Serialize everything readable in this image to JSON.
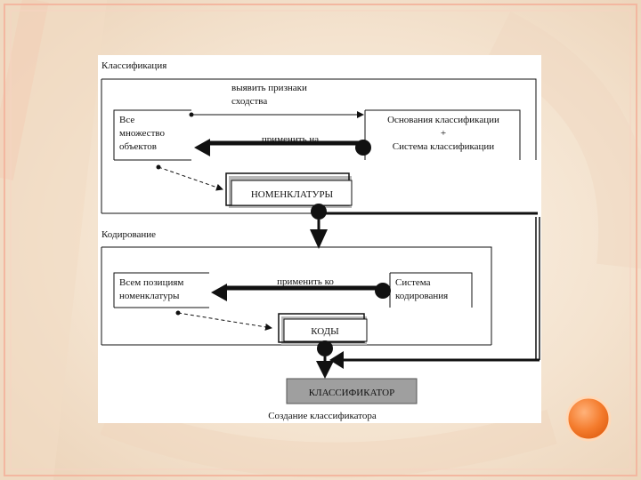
{
  "slide": {
    "caption": "Создание классификатора"
  },
  "classification": {
    "section_label": "Классификация",
    "objects_box": [
      "Все",
      "множество",
      "объектов"
    ],
    "basis_box": [
      "Основания классификации",
      "+",
      "Система классификации"
    ],
    "arrow_top_label": [
      "выявить признаки",
      "сходства"
    ],
    "arrow_bottom_label": "применить на",
    "nomenclature_label": "НОМЕНКЛАТУРЫ"
  },
  "coding": {
    "section_label": "Кодирование",
    "positions_box": [
      "Всем позициям",
      "номенклатуры"
    ],
    "system_box": [
      "Система",
      "кодирования"
    ],
    "arrow_label": "применить ко",
    "codes_label": "КОДЫ"
  },
  "result": {
    "classifier_label": "КЛАССИФИКАТОР"
  },
  "colors": {
    "accent_orange": "#f07d2a",
    "frame_border": "#f3b7a0",
    "background": "#f6e6d2"
  }
}
